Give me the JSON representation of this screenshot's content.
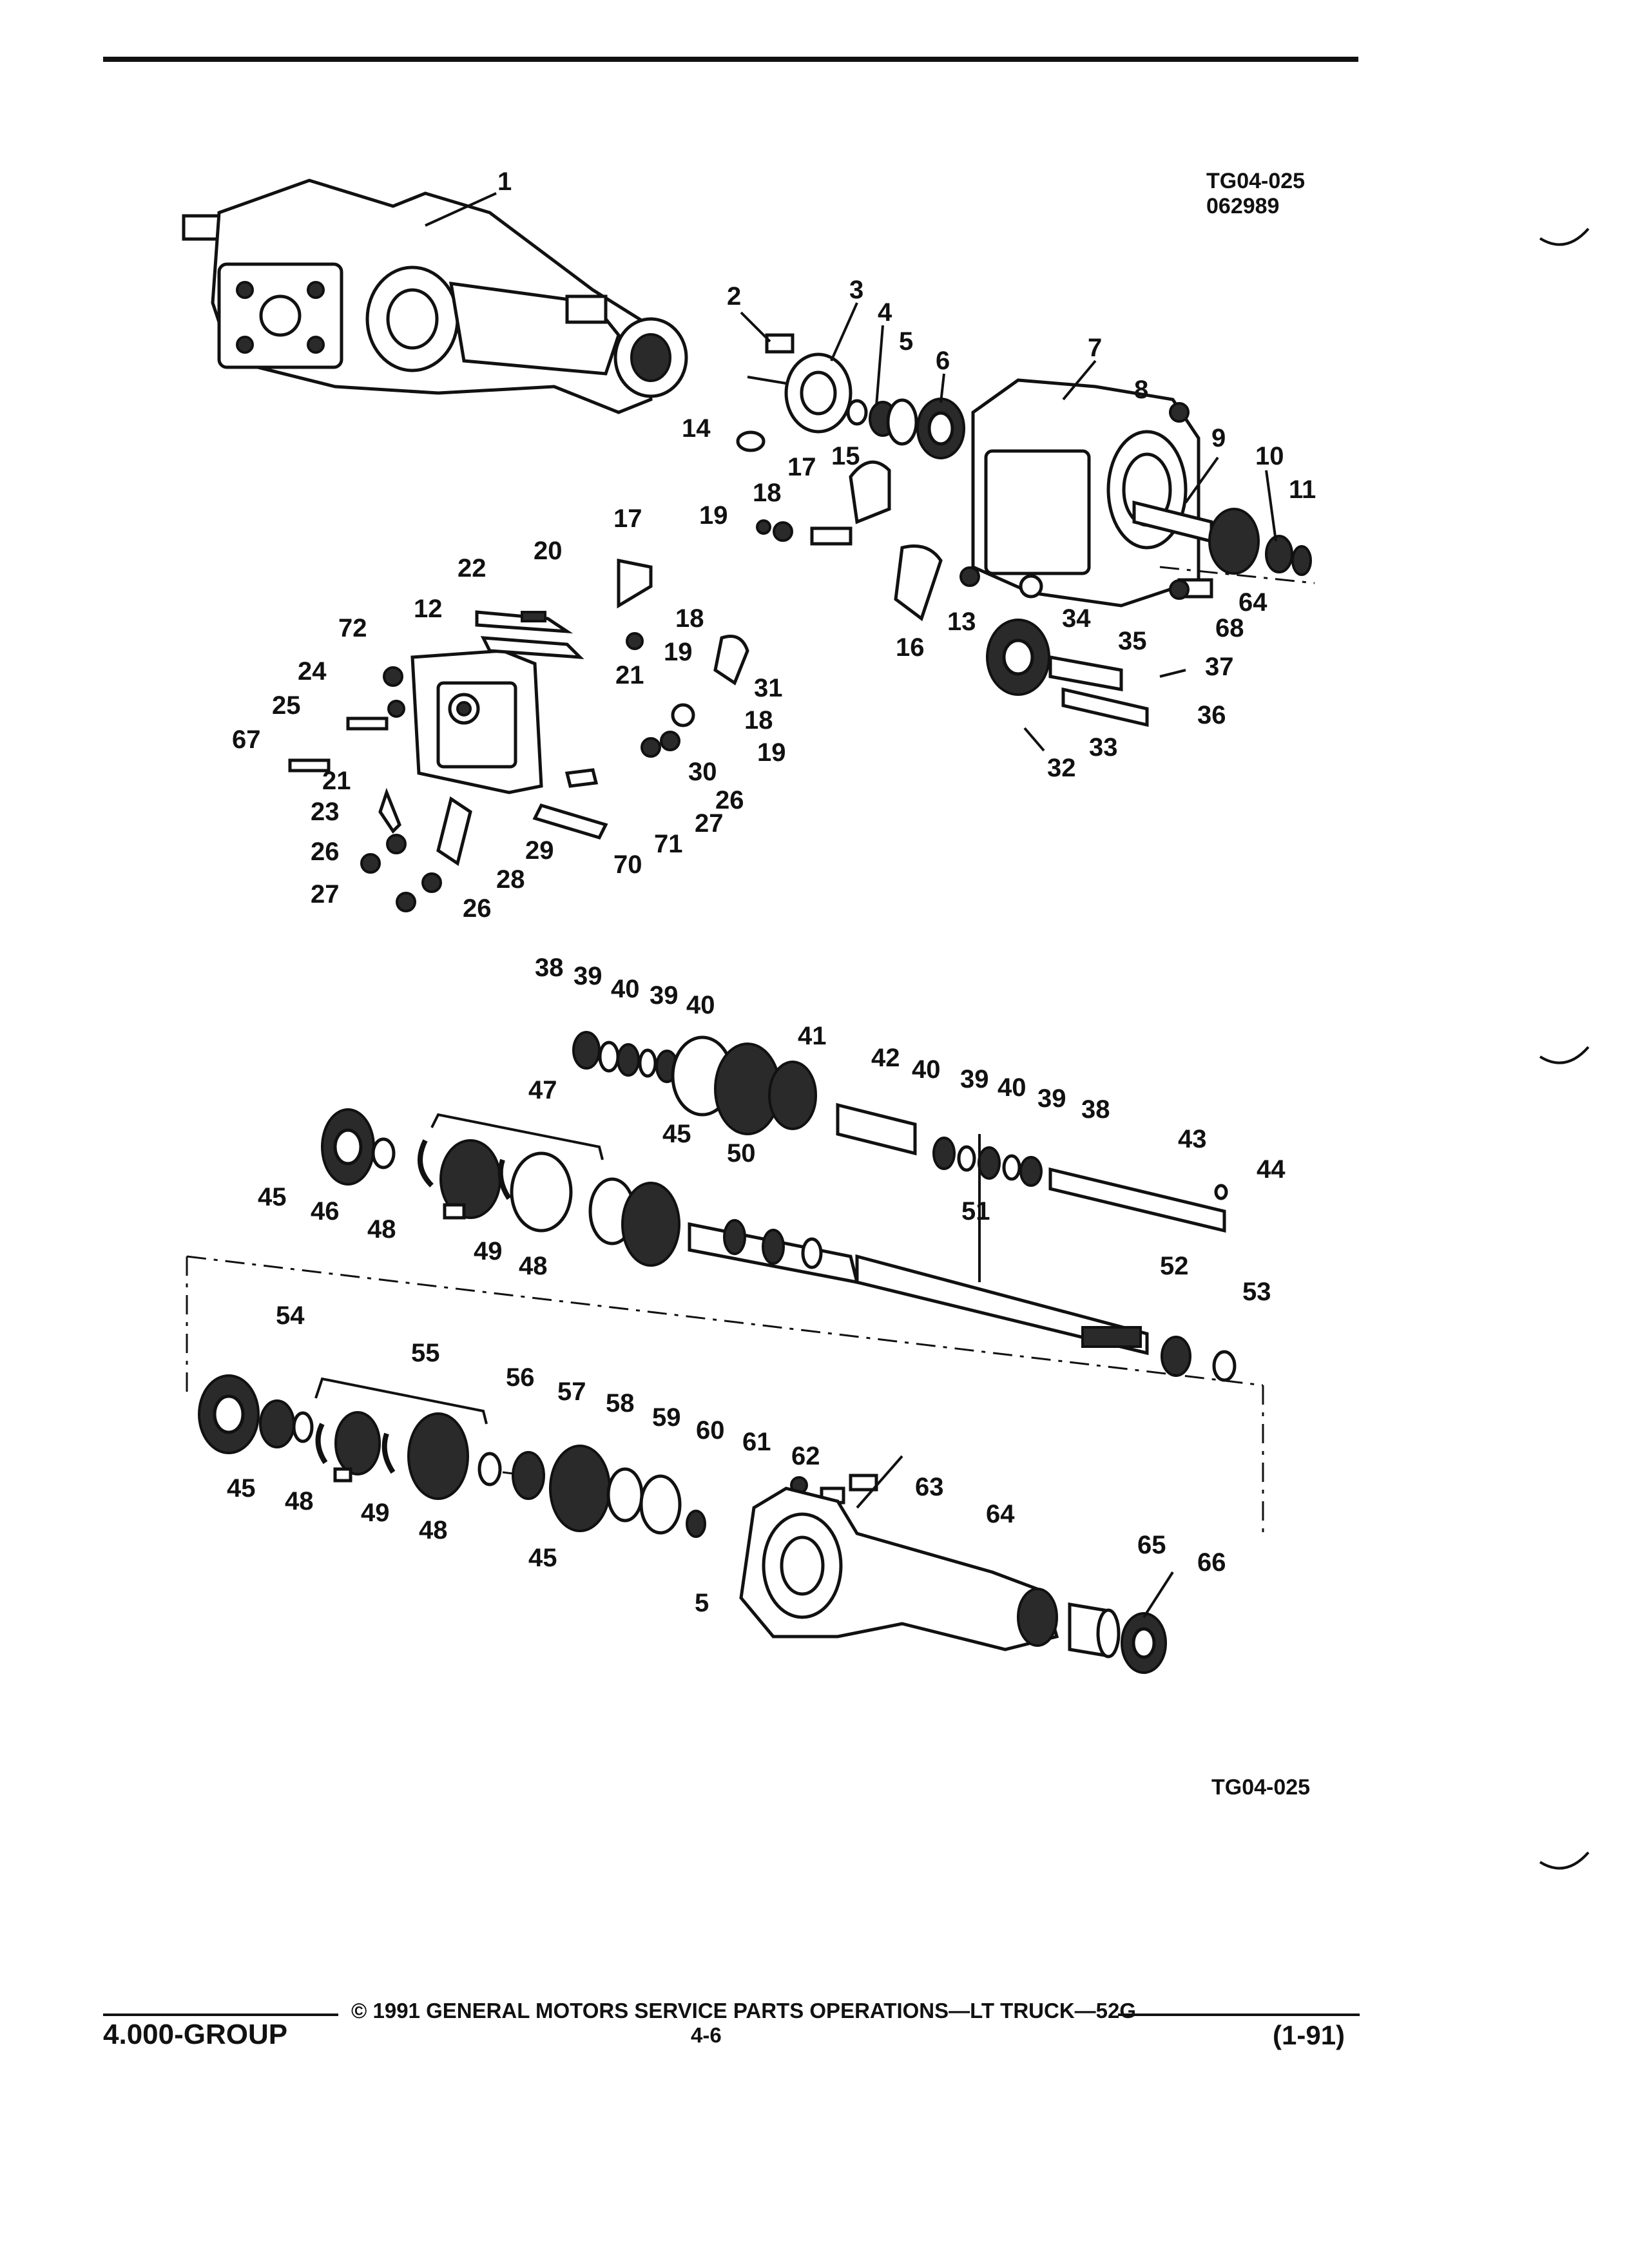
{
  "header": {
    "drawing_code": "TG04-025",
    "drawing_date": "062989"
  },
  "diagram": {
    "bottom_code": "TG04-025",
    "callouts": [
      "1",
      "2",
      "3",
      "4",
      "5",
      "6",
      "7",
      "8",
      "9",
      "10",
      "11",
      "14",
      "15",
      "17",
      "18",
      "19",
      "13",
      "16",
      "64",
      "68",
      "34",
      "35",
      "37",
      "36",
      "33",
      "32",
      "17",
      "20",
      "22",
      "12",
      "72",
      "18",
      "19",
      "21",
      "24",
      "25",
      "67",
      "21",
      "23",
      "26",
      "27",
      "28",
      "29",
      "26",
      "70",
      "71",
      "31",
      "18",
      "19",
      "30",
      "26",
      "27",
      "38",
      "39",
      "40",
      "39",
      "40",
      "41",
      "42",
      "40",
      "39",
      "40",
      "39",
      "38",
      "43",
      "44",
      "47",
      "45",
      "46",
      "48",
      "49",
      "48",
      "45",
      "50",
      "51",
      "52",
      "53",
      "54",
      "55",
      "56",
      "57",
      "58",
      "59",
      "60",
      "61",
      "62",
      "63",
      "45",
      "48",
      "49",
      "48",
      "45",
      "5",
      "64",
      "65",
      "66"
    ]
  },
  "footer": {
    "copyright": "© 1991 GENERAL MOTORS SERVICE PARTS OPERATIONS—LT TRUCK—52G",
    "group": "4.000-GROUP",
    "page": "4-6",
    "date": "(1-91)"
  }
}
